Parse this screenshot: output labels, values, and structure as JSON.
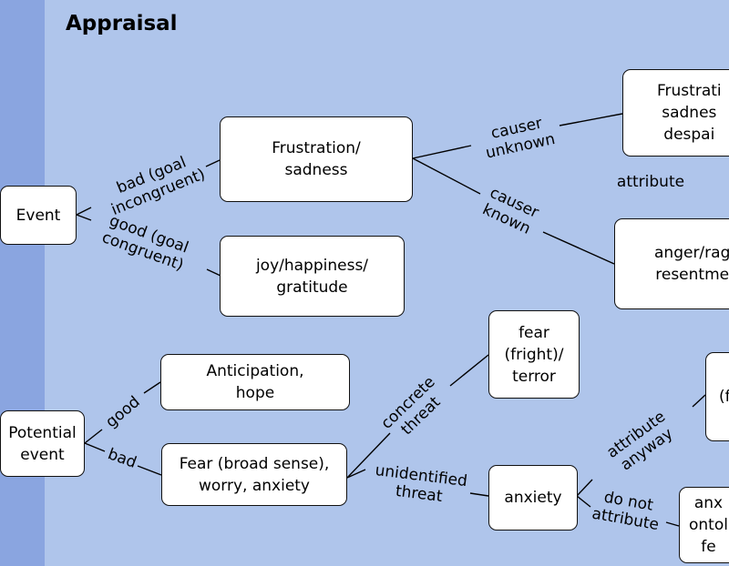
{
  "title": "Appraisal",
  "nodes": {
    "event": "Event",
    "frustration_sadness": "Frustration/\nsadness",
    "joy": "joy/happiness/\ngratitude",
    "frustration_despair": "Frustrati\nsadnes\ndespai",
    "anger": "anger/rag\nresentme",
    "potential_event": "Potential\nevent",
    "anticipation": "Anticipation,\nhope",
    "fear_broad": "Fear (broad sense),\nworry, anxiety",
    "fear_fright": "fear\n(fright)/\nterror",
    "anxiety": "anxiety",
    "right_partial": "(f",
    "anx_ontol": "anx\nontol\nfe"
  },
  "labels": {
    "bad_goal": "bad (goal\nincongruent)",
    "good_goal": "good (goal\ncongruent)",
    "causer_unknown": "causer\nunknown",
    "causer_known": "causer\nknown",
    "attribute": "attribute",
    "good": "good",
    "bad": "bad",
    "concrete_threat": "concrete\nthreat",
    "unidentified_threat": "unidentified\nthreat",
    "attribute_anyway": "attribute\nanyway",
    "do_not_attribute": "do not\nattribute"
  }
}
